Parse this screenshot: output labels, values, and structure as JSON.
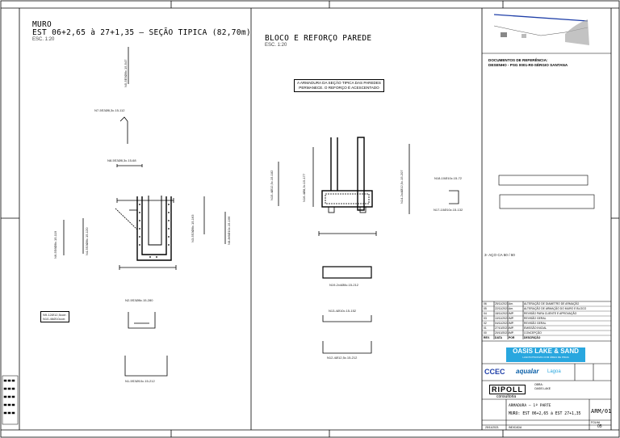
{
  "left_section": {
    "title_line1": "MURO",
    "title_line2": "EST 06+2,65 à 27+1,35 – SEÇÃO TIPICA (82,70m)",
    "scale": "ESC. 1:20"
  },
  "middle_section": {
    "title": "BLOCO E REFORÇO PAREDE",
    "scale": "ESC. 1:20",
    "note_line1": "A ARMADURA DA SEÇÃO TIPICA DAS PAREDES",
    "note_line2": "PERMANECE. O REFORÇO É ACESCENTADO"
  },
  "left_labels": {
    "n5": "N5-5E5Ø8c.15-547",
    "n7": "N7-5S3Ø8,3c.15-112",
    "n8": "N8-5S3Ø8,3c.15-68",
    "n6": "N6-5S6Ø8c.15-119",
    "n4": "N4-5S3Ø8c.15-120",
    "n3": "N3-5S3Ø8c.15-163",
    "n1v": "N8-8r5Ø10c.15-166",
    "n2": "N2-5S3Ø8c.15-280",
    "n9": "N9-12Ø12,5corr.",
    "n10": "N10-46Ø10corr.",
    "n1": "N1-5S3Ø10c.15-212"
  },
  "middle_labels": {
    "n15": "N15-4Ø12,5c.15-182",
    "n16": "N16-4Ø8,3c.15-177",
    "n14": "N14-2x4Ø12,5c.15-207",
    "n18": "N18-10Ø10c.15-72",
    "n17": "N17-10Ø10c.15-132",
    "n19": "N19-2x4Ø8c.15-212",
    "n13": "N13-4Ø10c.15-152",
    "n12": "N12-4Ø12,5c.15-212"
  },
  "right_panel": {
    "ref_title": "DOCUMENTOS DE REFERÊNCIA:",
    "ref_doc": "DESENHO - PSG 0001-R0-SÉRGIO SANTANA",
    "material": "3- AÇO CA 50 / 60",
    "revisions": [
      {
        "rev": "06",
        "date": "25/11/2021",
        "by": "Am.",
        "desc": "ALTERAÇÃO DE DIAMETRO DE ARMAÇÃO"
      },
      {
        "rev": "05",
        "date": "22/11/2021",
        "by": "Am.",
        "desc": "ALTERAÇÃO DE ARMAÇÃO DO MURO E BLOCO"
      },
      {
        "rev": "04",
        "date": "18/11/2021",
        "by": "IMP.",
        "desc": "REVISÃO PARA CLIENTE E APROVAÇÃO"
      },
      {
        "rev": "03",
        "date": "10/11/2021",
        "by": "IMP.",
        "desc": "REVISÃO GERAL"
      },
      {
        "rev": "02",
        "date": "04/11/2021",
        "by": "IMP.",
        "desc": "REVISÃO GERAL"
      },
      {
        "rev": "01",
        "date": "27/10/2021",
        "by": "IMP.",
        "desc": "EMISSÃO INICIAL"
      },
      {
        "rev": "00",
        "date": "20/10/2021",
        "by": "IMP.",
        "desc": "CONCEPÇÃO"
      }
    ],
    "rev_header": {
      "rev": "REV.",
      "date": "DATA",
      "by": "POR",
      "desc": "DESCRIÇÃO"
    },
    "logo_main": "OASIS LAKE & SAND",
    "logo_sub": "LAGOS PISCINAS COM ÁREIA DE PRAIA",
    "logo_ccec": "CCEC",
    "logo_aqualar": "aqualar",
    "logo_third": "Lagoa",
    "company": "RIPOLL",
    "company_sub": "consultoria",
    "project_label": "OBRA:",
    "project_name": "OASIS LAKE",
    "content_line1": "ARMADURA – 1ª PARTE",
    "content_line2": "MURO: EST 06+2,65 à EST 27+1,35",
    "drawing_code": "ARM/01",
    "sheet_label": "FOLHA",
    "sheet": "05",
    "date": "25/11/2021",
    "scale": "INDICADA"
  },
  "colors": {
    "line": "#000000",
    "oasis_blue": "#29a7df",
    "highlight_blue": "#1f3fa8"
  }
}
